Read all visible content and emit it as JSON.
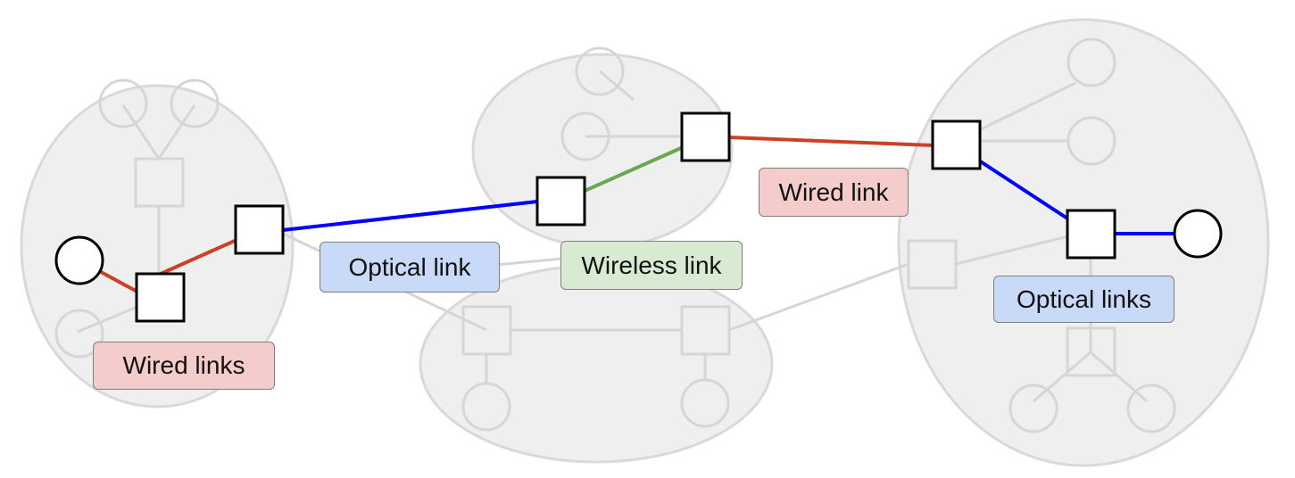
{
  "colors": {
    "cluster_fill": "#efefef",
    "cluster_stroke": "#d9d9d9",
    "faded_node": "#d6d6d6",
    "wired": "#cc4125",
    "optical": "#0000ff",
    "wireless": "#6aa84f",
    "node_stroke": "#000000",
    "node_fill": "#ffffff",
    "wired_label_bg": "#f4cccc",
    "optical_label_bg": "#c9daf8",
    "wireless_label_bg": "#d9ead3"
  },
  "labels": {
    "wired_links_left": "Wired links",
    "optical_link": "Optical link",
    "wireless_link": "Wireless link",
    "wired_link": "Wired link",
    "optical_links_right": "Optical links"
  },
  "link_types": {
    "wired": "wired",
    "optical": "optical",
    "wireless": "wireless"
  }
}
